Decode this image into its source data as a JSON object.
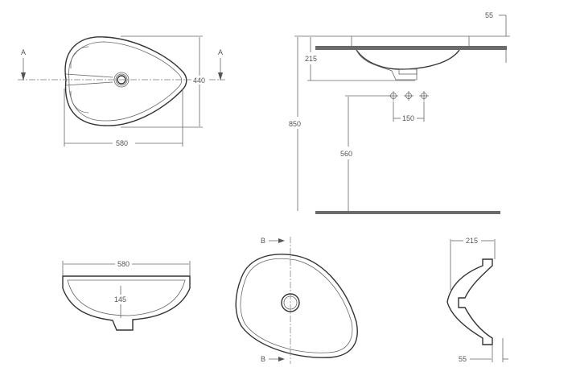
{
  "colors": {
    "line": "#333333",
    "surface": "#6b6b6b",
    "text": "#555555"
  },
  "plan_view": {
    "section_mark_left": "A",
    "section_mark_right": "A",
    "depth": "440",
    "width": "580"
  },
  "elevation_view": {
    "top_offset": "55",
    "basin_height": "215",
    "total_height": "850",
    "tap_height": "560",
    "tap_spacing": "150"
  },
  "section_a": {
    "width": "580",
    "inner_depth": "145"
  },
  "top_view": {
    "section_mark_top": "B",
    "section_mark_bottom": "B"
  },
  "section_b": {
    "height": "215",
    "rim": "55"
  }
}
